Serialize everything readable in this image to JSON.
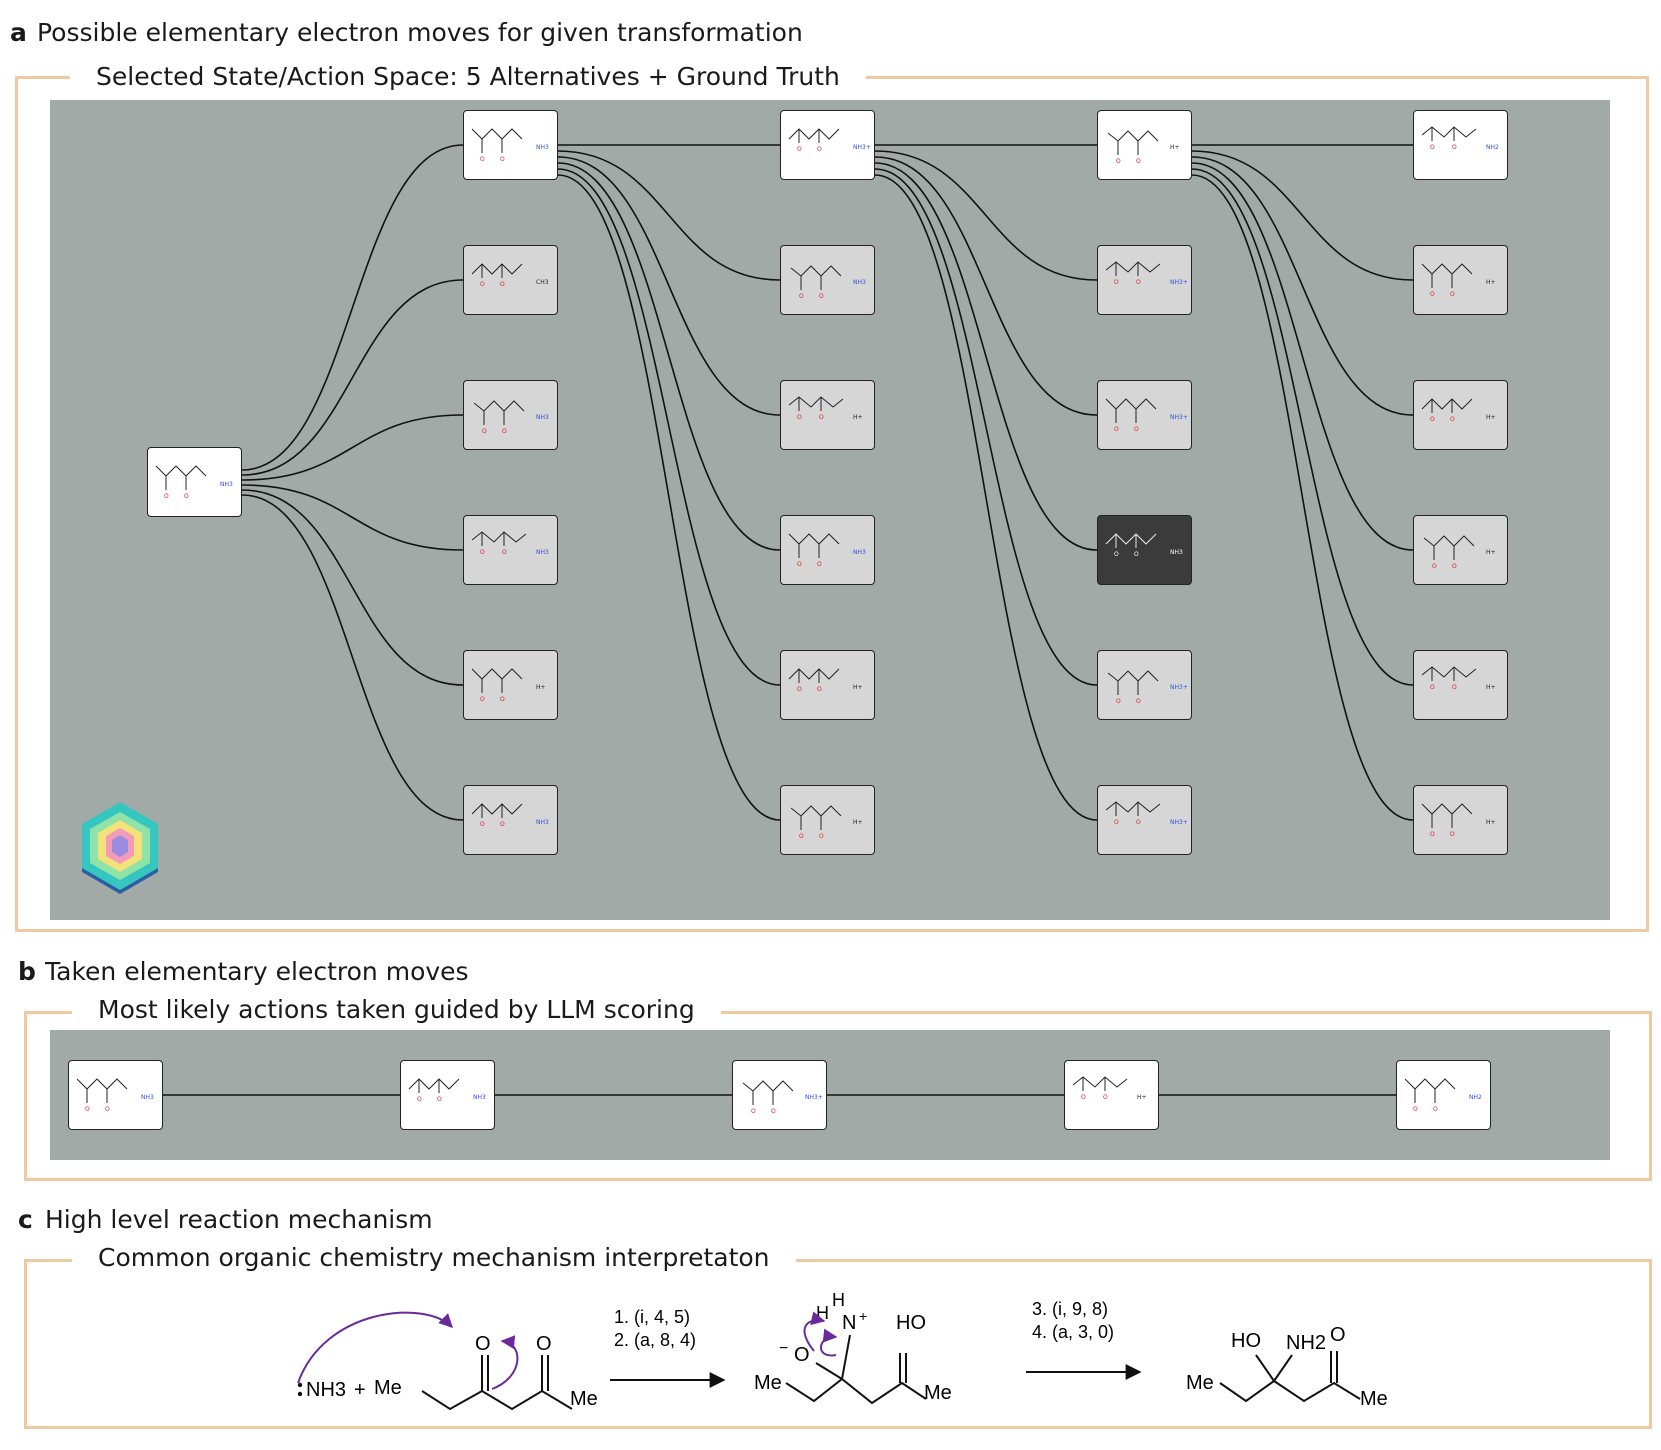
{
  "section_a": {
    "letter": "a",
    "title": "Possible elementary electron moves for given transformation",
    "frame_label": "Selected State/Action Space: 5 Alternatives + Ground Truth"
  },
  "section_b": {
    "letter": "b",
    "title": "Taken  elementary electron moves",
    "frame_label": "Most likely actions taken guided by LLM scoring"
  },
  "section_c": {
    "letter": "c",
    "title": "High level reaction mechanism",
    "frame_label": "Common organic chemistry mechanism interpretaton"
  },
  "tree": {
    "root": {
      "extra": "NH3"
    },
    "levels": [
      [
        {
          "kind": "state",
          "extra": "NH3"
        },
        {
          "kind": "alt",
          "extra": "CH3"
        },
        {
          "kind": "alt",
          "extra": "NH3"
        },
        {
          "kind": "alt",
          "extra": "NH3"
        },
        {
          "kind": "alt",
          "extra": "H+"
        },
        {
          "kind": "alt",
          "extra": "NH3"
        }
      ],
      [
        {
          "kind": "state",
          "extra": "NH3+"
        },
        {
          "kind": "alt",
          "extra": "NH3"
        },
        {
          "kind": "alt",
          "extra": "H+"
        },
        {
          "kind": "alt",
          "extra": "NH3"
        },
        {
          "kind": "alt",
          "extra": "H+"
        },
        {
          "kind": "alt",
          "extra": "H+"
        }
      ],
      [
        {
          "kind": "state",
          "extra": "H+"
        },
        {
          "kind": "alt",
          "extra": "NH3+"
        },
        {
          "kind": "alt",
          "extra": "NH3+"
        },
        {
          "kind": "truth",
          "extra": "NH3"
        },
        {
          "kind": "alt",
          "extra": "NH3+"
        },
        {
          "kind": "alt",
          "extra": "NH3+"
        }
      ],
      [
        {
          "kind": "state",
          "extra": "NH2"
        },
        {
          "kind": "alt",
          "extra": "H+"
        },
        {
          "kind": "alt",
          "extra": "H+"
        },
        {
          "kind": "alt",
          "extra": "H+"
        },
        {
          "kind": "alt",
          "extra": "H+"
        },
        {
          "kind": "alt",
          "extra": "H+"
        }
      ]
    ]
  },
  "path": [
    {
      "extra": "NH3"
    },
    {
      "extra": "NH3"
    },
    {
      "extra": "NH3+"
    },
    {
      "extra": "H+"
    },
    {
      "extra": "NH2"
    }
  ],
  "mechanism": {
    "reactant_nh3": "NH3",
    "plus": "+",
    "me_left": "Me",
    "me_right": "Me",
    "o1": "O",
    "o2": "O",
    "step1_line1": "1. (i, 4, 5)",
    "step1_line2": "2. (a, 8, 4)",
    "int_h1": "H",
    "int_h2": "H",
    "int_n": "N",
    "int_ho": "HO",
    "int_o": "O",
    "int_me_left": "Me",
    "int_me_right": "Me",
    "step2_line1": "3. (i, 9, 8)",
    "step2_line2": "4. (a, 3, 0)",
    "prod_ho": "HO",
    "prod_nh2": "NH2",
    "prod_o": "O",
    "prod_me_left": "Me",
    "prod_me_right": "Me"
  },
  "colors": {
    "frame": "#f0c9a0",
    "panel": "#a2aaa8",
    "arrow": "#6a2a9a",
    "oxygen": "#e02020",
    "nitrogen": "#3050e0"
  }
}
